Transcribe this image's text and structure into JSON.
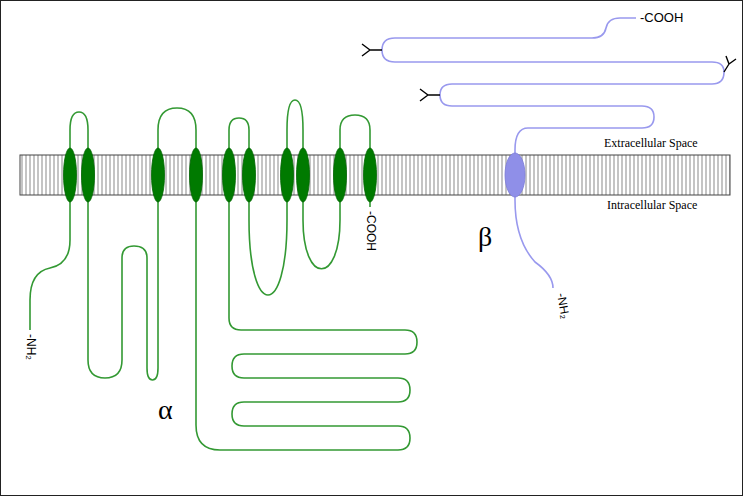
{
  "diagram": {
    "labels": [
      "-COOH",
      "Extracellular Space",
      "Intracellular Space",
      "-COOH",
      "β",
      "-NH₂",
      "-NH₂",
      "α"
    ]
  }
}
